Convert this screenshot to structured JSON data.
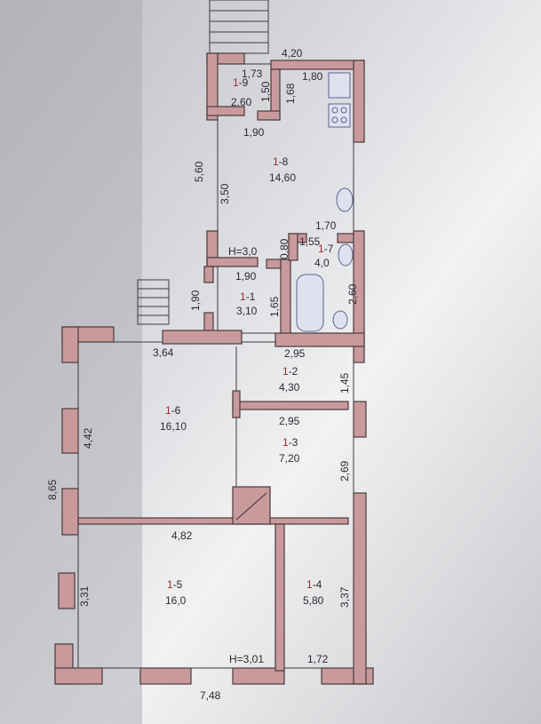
{
  "plan": {
    "rooms": [
      {
        "id": "1-9",
        "num": "1",
        "suffix": "-9",
        "area": "2,60"
      },
      {
        "id": "1-8",
        "num": "1",
        "suffix": "-8",
        "area": "14,60"
      },
      {
        "id": "1-7",
        "num": "1",
        "suffix": "-7",
        "area": "4,0"
      },
      {
        "id": "1-1",
        "num": "1",
        "suffix": "-1",
        "area": "3,10"
      },
      {
        "id": "1-2",
        "num": "1",
        "suffix": "-2",
        "area": "4,30"
      },
      {
        "id": "1-6",
        "num": "1",
        "suffix": "-6",
        "area": "16,10"
      },
      {
        "id": "1-3",
        "num": "1",
        "suffix": "-3",
        "area": "7,20"
      },
      {
        "id": "1-5",
        "num": "1",
        "suffix": "-5",
        "area": "16,0"
      },
      {
        "id": "1-4",
        "num": "1",
        "suffix": "-4",
        "area": "5,80"
      }
    ],
    "dimensions": [
      "4,20",
      "1,73",
      "1,80",
      "1,50",
      "1,68",
      "1,90",
      "5,60",
      "3,50",
      "1,70",
      "0,80",
      "1,55",
      "2,60",
      "1,90",
      "1,90",
      "1,65",
      "3,64",
      "2,95",
      "1,45",
      "2,95",
      "4,42",
      "2,69",
      "8,65",
      "4,82",
      "3,31",
      "3,37",
      "1,72",
      "7,48"
    ],
    "heights": [
      "H=3,0",
      "H=3,01"
    ]
  }
}
